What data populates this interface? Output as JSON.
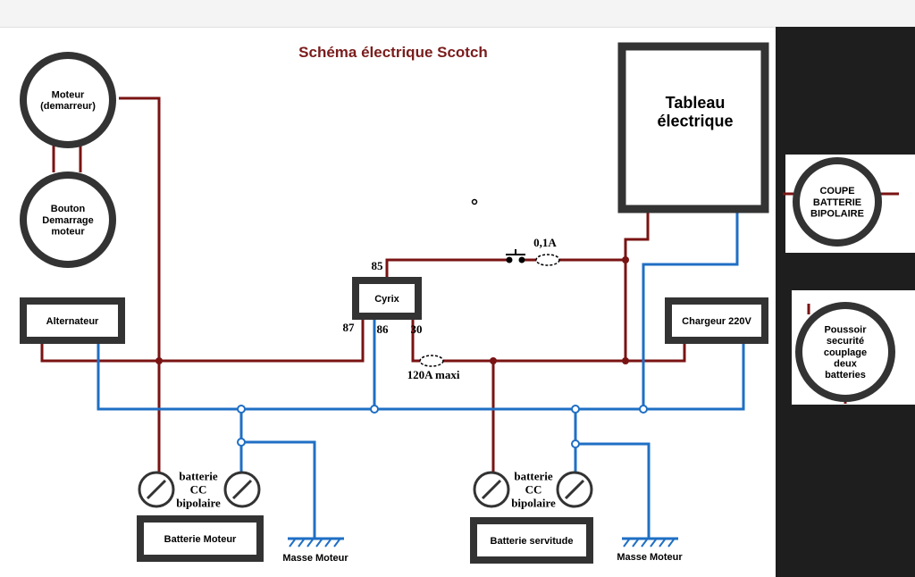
{
  "title": "Schéma électrique Scotch",
  "colors": {
    "positive_wire": "#7a1313",
    "negative_wire": "#1f6fc4",
    "title": "#7a1c1c",
    "box_border": "#333333",
    "panel": "#1e1e1e"
  },
  "components": {
    "moteur": "Moteur\n(demarreur)",
    "bouton": "Bouton\nDemarrage\nmoteur",
    "alternateur": "Alternateur",
    "cyrix": "Cyrix",
    "tableau": "Tableau\nélectrique",
    "chargeur": "Chargeur 220V",
    "coupe": "COUPE\nBATTERIE\nBIPOLAIRE",
    "poussoir": "Poussoir\nsecurité\ncouplage\ndeux\nbatteries",
    "batterie_moteur": "Batterie Moteur",
    "batterie_servitude": "Batterie servitude",
    "masse_1": "Masse Moteur",
    "masse_2": "Masse Moteur"
  },
  "labels": {
    "pin_85": "85",
    "pin_87": "87",
    "pin_86": "86",
    "pin_30": "30",
    "fuse_small": "0,1A",
    "fuse_main": "120A maxi",
    "coupe_label_1": "batterie\nCC\nbipolaire",
    "coupe_label_2": "batterie\nCC\nbipolaire"
  }
}
